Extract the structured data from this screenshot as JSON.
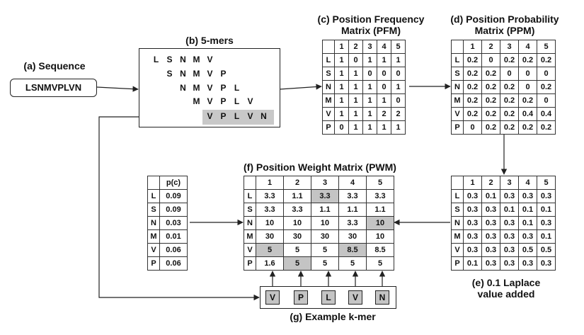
{
  "labels": {
    "sequence": "(a) Sequence",
    "kmers": "(b) 5-mers",
    "pfm_line1": "(c) Position Frequency",
    "pfm_line2": "Matrix (PFM)",
    "ppm_line1": "(d) Position Probability",
    "ppm_line2": "Matrix (PPM)",
    "pwm": "(f) Position Weight Matrix (PWM)",
    "laplace_line1": "(e) 0.1 Laplace",
    "laplace_line2": "value added",
    "example": "(g) Example k-mer"
  },
  "sequence": "LSNMVPLVN",
  "kmers": [
    [
      "L",
      "S",
      "N",
      "M",
      "V"
    ],
    [
      "S",
      "N",
      "M",
      "V",
      "P"
    ],
    [
      "N",
      "M",
      "V",
      "P",
      "L"
    ],
    [
      "M",
      "V",
      "P",
      "L",
      "V"
    ],
    [
      "V",
      "P",
      "L",
      "V",
      "N"
    ]
  ],
  "columns": [
    "1",
    "2",
    "3",
    "4",
    "5"
  ],
  "rows": [
    "L",
    "S",
    "N",
    "M",
    "V",
    "P"
  ],
  "pfm": [
    [
      "1",
      "0",
      "1",
      "1",
      "1"
    ],
    [
      "1",
      "1",
      "0",
      "0",
      "0"
    ],
    [
      "1",
      "1",
      "1",
      "0",
      "1"
    ],
    [
      "1",
      "1",
      "1",
      "1",
      "0"
    ],
    [
      "1",
      "1",
      "1",
      "2",
      "2"
    ],
    [
      "0",
      "1",
      "1",
      "1",
      "1"
    ]
  ],
  "ppm": [
    [
      "0.2",
      "0",
      "0.2",
      "0.2",
      "0.2"
    ],
    [
      "0.2",
      "0.2",
      "0",
      "0",
      "0"
    ],
    [
      "0.2",
      "0.2",
      "0.2",
      "0",
      "0.2"
    ],
    [
      "0.2",
      "0.2",
      "0.2",
      "0.2",
      "0"
    ],
    [
      "0.2",
      "0.2",
      "0.2",
      "0.4",
      "0.4"
    ],
    [
      "0",
      "0.2",
      "0.2",
      "0.2",
      "0.2"
    ]
  ],
  "laplace": [
    [
      "0.3",
      "0.1",
      "0.3",
      "0.3",
      "0.3"
    ],
    [
      "0.3",
      "0.3",
      "0.1",
      "0.1",
      "0.1"
    ],
    [
      "0.3",
      "0.3",
      "0.3",
      "0.1",
      "0.3"
    ],
    [
      "0.3",
      "0.3",
      "0.3",
      "0.3",
      "0.1"
    ],
    [
      "0.3",
      "0.3",
      "0.3",
      "0.5",
      "0.5"
    ],
    [
      "0.1",
      "0.3",
      "0.3",
      "0.3",
      "0.3"
    ]
  ],
  "pwm": [
    [
      "3.3",
      "1.1",
      "3.3",
      "3.3",
      "3.3"
    ],
    [
      "3.3",
      "3.3",
      "1.1",
      "1.1",
      "1.1"
    ],
    [
      "10",
      "10",
      "10",
      "3.3",
      "10"
    ],
    [
      "30",
      "30",
      "30",
      "30",
      "10"
    ],
    [
      "5",
      "5",
      "5",
      "8.5",
      "8.5"
    ],
    [
      "1.6",
      "5",
      "5",
      "5",
      "5"
    ]
  ],
  "pwm_highlight": [
    [
      0,
      2
    ],
    [
      2,
      4
    ],
    [
      4,
      0
    ],
    [
      4,
      3
    ],
    [
      5,
      1
    ]
  ],
  "background": {
    "header": "p(c)",
    "values": [
      "0.09",
      "0.09",
      "0.03",
      "0.01",
      "0.06",
      "0.06"
    ]
  },
  "example_kmer": [
    "V",
    "P",
    "L",
    "V",
    "N"
  ],
  "colors": {
    "highlight": "#c4c4c4",
    "line": "#222222"
  }
}
